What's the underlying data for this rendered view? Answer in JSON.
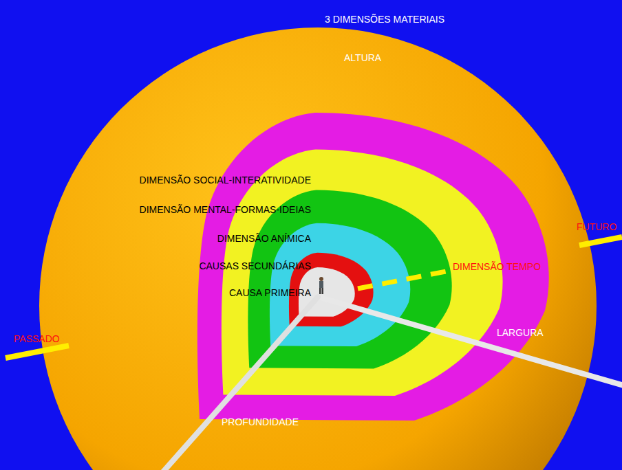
{
  "diagram": {
    "labels": [
      "3 DIMENSÕES MATERIAIS",
      "ALTURA",
      "DIMENSÃO SOCIAL-INTERATIVIDADE",
      "DIMENSÃO MENTAL-FORMAS-IDEIAS",
      "DIMENSÃO ANÍMICA",
      "CAUSAS SECUNDÁRIAS",
      "CAUSA PRIMEIRA",
      "DIMENSÃO TEMPO",
      "FUTURO",
      "PASSADO",
      "LARGURA",
      "PROFUNDIDADE"
    ]
  }
}
